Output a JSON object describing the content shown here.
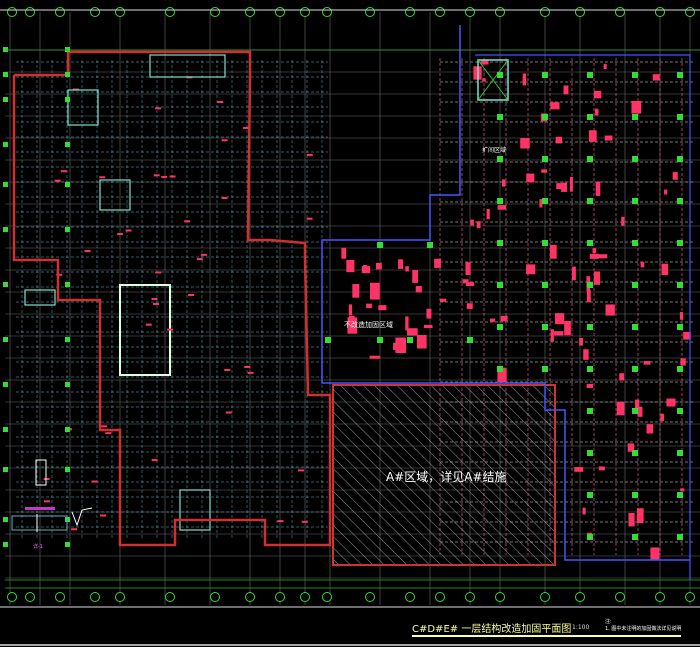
{
  "drawing": {
    "title": "C#D#E# 一层结构改造加固平面图",
    "scale": "1:100",
    "hatched_region_label": "A#区域，详见A#结施",
    "non_reinforced_label": "不改造加固区域",
    "expansion_label": "扩间区域",
    "notes_heading": "注:",
    "notes_item": "1. 图中未注明的加固做法详见说明",
    "detail_label": "详-1"
  },
  "colors": {
    "background": "#000000",
    "outline": "#d03030",
    "grid": "#6a6a6a",
    "beam": "#5fb0c0",
    "column_marker": "#33dd33",
    "annotation": "#ff3366",
    "boundary": "#4455ff",
    "title": "#ffff99"
  }
}
